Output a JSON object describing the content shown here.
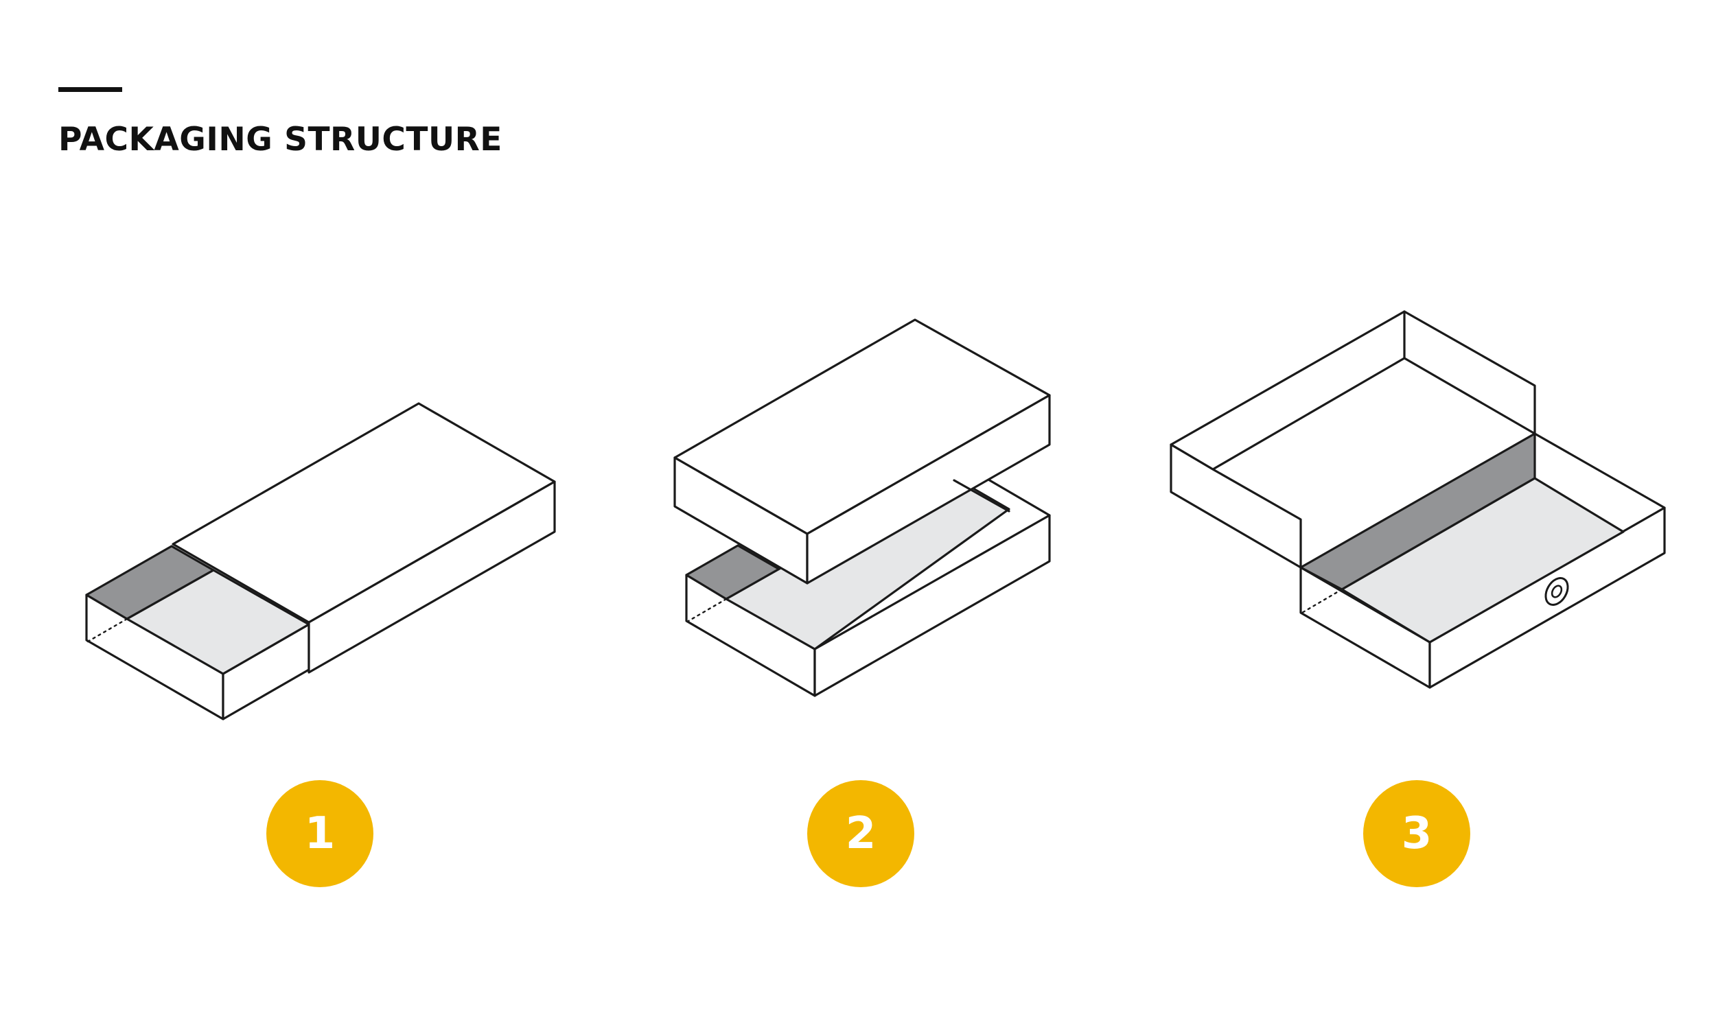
{
  "header": {
    "title": "PACKAGING STRUCTURE"
  },
  "colors": {
    "accent": "#F3B700",
    "outline": "#1a1a1a",
    "tray_floor": "#e6e7e8",
    "tray_wall": "#939496"
  },
  "steps": [
    {
      "number": "1"
    },
    {
      "number": "2"
    },
    {
      "number": "3"
    }
  ]
}
